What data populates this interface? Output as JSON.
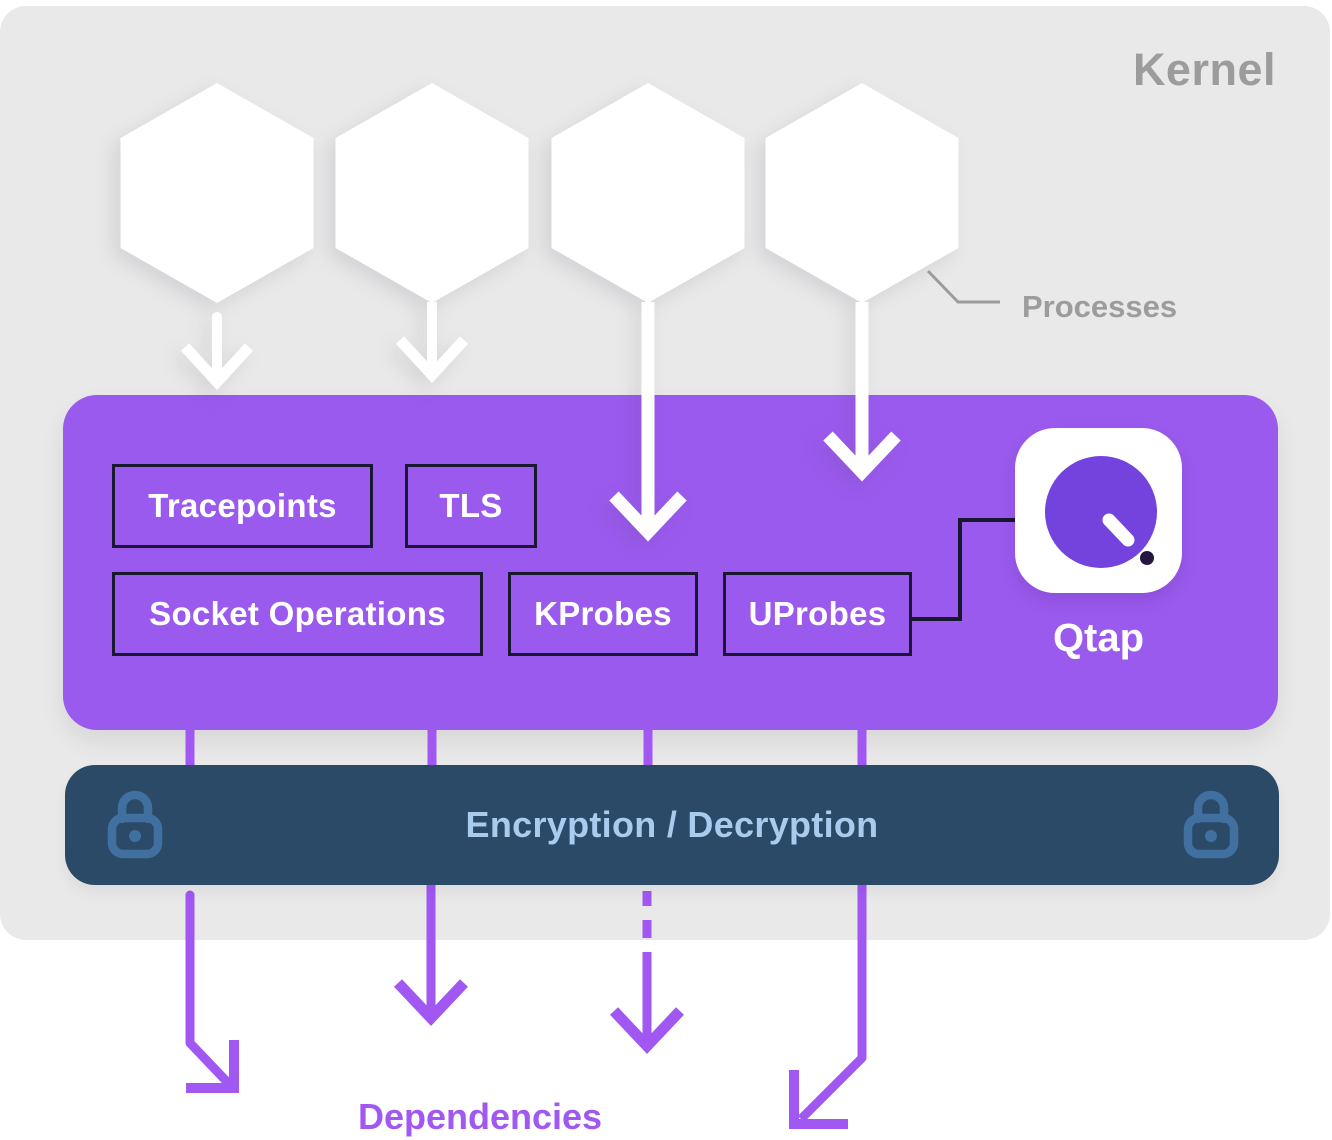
{
  "colors": {
    "background": "#FFFFFF",
    "kernel_bg": "#E9E9E9",
    "label_gray": "#9C9C9C",
    "purple_box": "#9B5AEE",
    "arrow_purple": "#A158F3",
    "box_border_dark": "#181830",
    "bar_navy": "#2B4A68",
    "bar_text_blue": "#A9CBEE",
    "lock_blue": "#4070A0",
    "qtap_circle_purple": "#7442DD",
    "qtap_dot_dark": "#241640",
    "white": "#FFFFFF"
  },
  "kernel": {
    "title": "Kernel",
    "processes_label": "Processes",
    "process_count": 4
  },
  "qtap_layer": {
    "hooks_row1": [
      {
        "label": "Tracepoints"
      },
      {
        "label": "TLS"
      }
    ],
    "hooks_row2": [
      {
        "label": "Socket Operations"
      },
      {
        "label": "KProbes"
      },
      {
        "label": "UProbes"
      }
    ],
    "app_name": "Qtap"
  },
  "encryption_bar": {
    "label": "Encryption / Decryption"
  },
  "footer": {
    "dependencies_label": "Dependencies"
  }
}
